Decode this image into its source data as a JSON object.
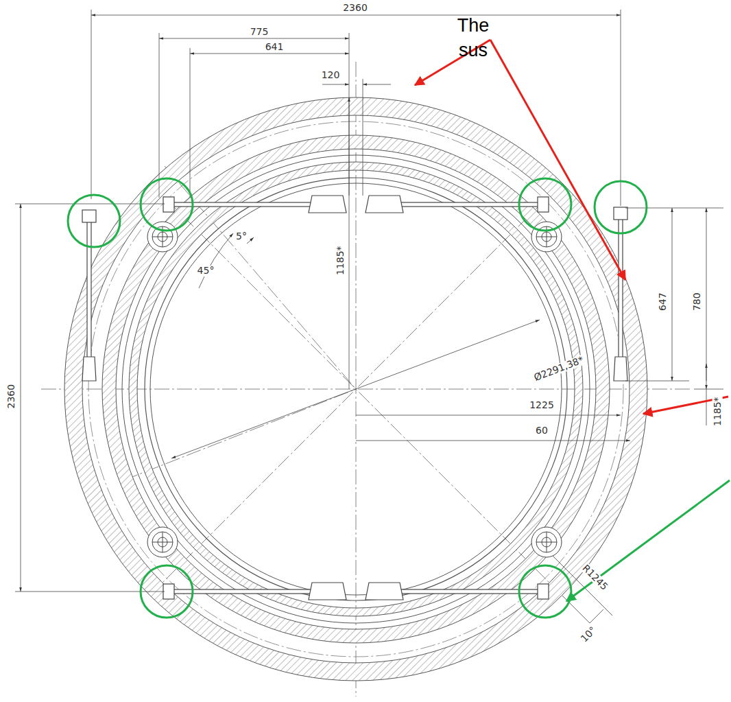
{
  "diagram": {
    "labels": [
      "The",
      "sus",
      "2360",
      "775",
      "641",
      "120",
      "2360",
      "1185*",
      "5°",
      "45°",
      "Ø2291,38*",
      "647",
      "780",
      "1185*",
      "1225",
      "60",
      "R1245",
      "10°"
    ]
  }
}
